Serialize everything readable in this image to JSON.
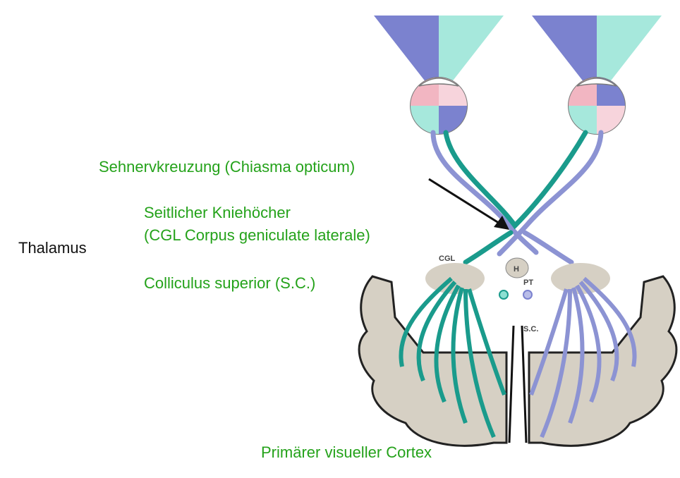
{
  "labels": {
    "chiasma": "Sehnervkreuzung (Chiasma opticum)",
    "cgl_line1": "Seitlicher Kniehöcher",
    "cgl_line2": "(CGL Corpus geniculate laterale)",
    "thalamus": "Thalamus",
    "colliculus": "Colliculus superior (S.C.)",
    "cortex": "Primärer visueller Cortex"
  },
  "diagram_tags": {
    "cgl": "CGL",
    "h": "H",
    "pt": "PT",
    "sc": "S.C."
  },
  "colors": {
    "label_green": "#24a21a",
    "teal_pathway": "#1a9b8c",
    "blue_pathway": "#8c93d3",
    "cortex_gray": "#d6d0c4"
  }
}
